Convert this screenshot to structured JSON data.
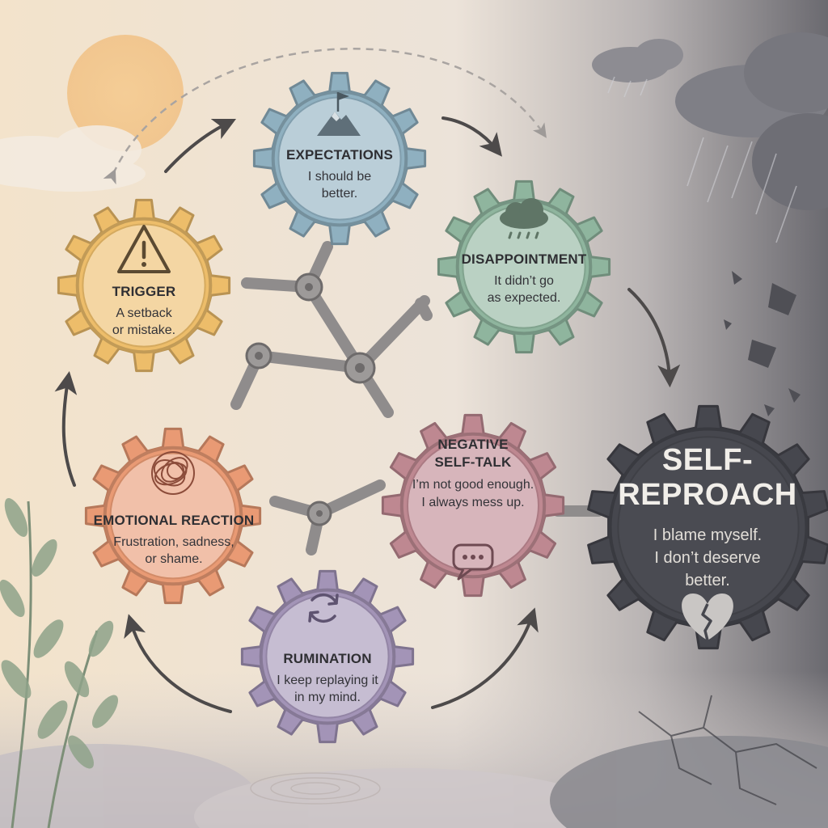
{
  "nodes": {
    "trigger": {
      "title": "TRIGGER",
      "line1": "A setback",
      "line2": "or mistake.",
      "color": "#edbd6a",
      "icon": "warning-triangle-icon"
    },
    "expectations": {
      "title": "EXPECTATIONS",
      "line1": "I should be",
      "line2": "better.",
      "color": "#8fb0c0",
      "icon": "mountain-flag-icon"
    },
    "disappointment": {
      "title": "DISAPPOINTMENT",
      "line1": "It didn’t go",
      "line2": "as expected.",
      "color": "#8fb59e",
      "icon": "rain-cloud-icon"
    },
    "emotional_reaction": {
      "title": "EMOTIONAL REACTION",
      "line1": "Frustration, sadness,",
      "line2": "or shame.",
      "color": "#e99a74",
      "icon": "tangled-scribble-icon"
    },
    "negative_self_talk": {
      "title_line1": "NEGATIVE",
      "title_line2": "SELF-TALK",
      "line1": "I’m not good enough.",
      "line2": "I always mess up.",
      "color": "#be8891",
      "icon": "speech-bubble-icon"
    },
    "rumination": {
      "title": "RUMINATION",
      "line1": "I keep replaying it",
      "line2": "in my mind.",
      "color": "#a394b7",
      "icon": "circular-arrows-icon"
    },
    "self_reproach": {
      "title_line1": "SELF-",
      "title_line2": "REPROACH",
      "line1": "I blame myself.",
      "line2": "I don’t deserve",
      "line3": "better.",
      "color": "#46474e",
      "icon": "broken-heart-icon"
    }
  }
}
